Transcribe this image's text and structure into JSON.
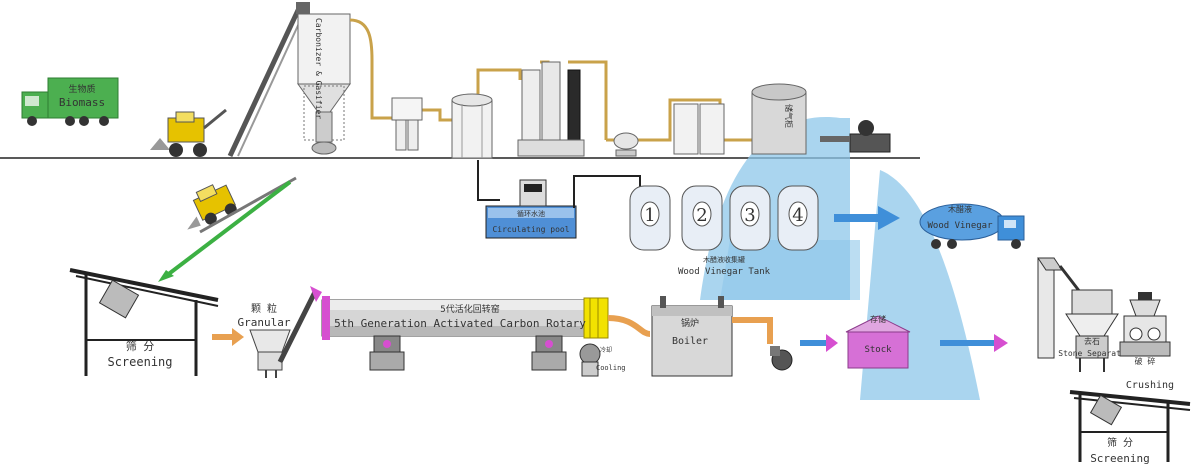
{
  "labels": {
    "biomass_cn": "生物质",
    "biomass_en": "Biomass",
    "carbonizer": "Carbonizer & Gasifier",
    "circulating_cn": "循环水池",
    "circulating_en": "Circulating pool",
    "tank1": "1",
    "tank2": "2",
    "tank3": "3",
    "tank4": "4",
    "vinegar_tank_cn": "木醋液收集罐",
    "vinegar_tank_en": "Wood Vinegar Tank",
    "wood_vinegar_cn": "木醋液",
    "wood_vinegar_en": "Wood Vinegar",
    "screening_cn": "筛 分",
    "screening_en": "Screening",
    "granular_cn": "颗 粒",
    "granular_en": "Granular",
    "rotary_cn": "5代活化回转窑",
    "rotary_en": "5th Generation Activated Carbon Rotary",
    "cooling_cn": "冷却",
    "cooling_en": "Cooling",
    "boiler_cn": "锅炉",
    "boiler_en": "Boiler",
    "stock_cn": "存储",
    "stock_en": "Stock",
    "stone_cn": "去石",
    "stone_en": "Stone Separate",
    "crushing_cn": "破 碎",
    "crushing_en": "Crushing",
    "screening2_cn": "筛 分",
    "screening2_en": "Screening",
    "gas_tank": "储气柜"
  },
  "colors": {
    "pipe": "#c9a24a",
    "water": "#4f8fd6",
    "arrow_blue": "#3f8fd9",
    "arrow_pink": "#d64fd0",
    "arrow_orange": "#e8a050",
    "arrow_green": "#3cb043",
    "biomass_truck": "#4caf50",
    "loader": "#e6c200",
    "stock": "#d670d6",
    "highlight": "#8ec7ea"
  }
}
